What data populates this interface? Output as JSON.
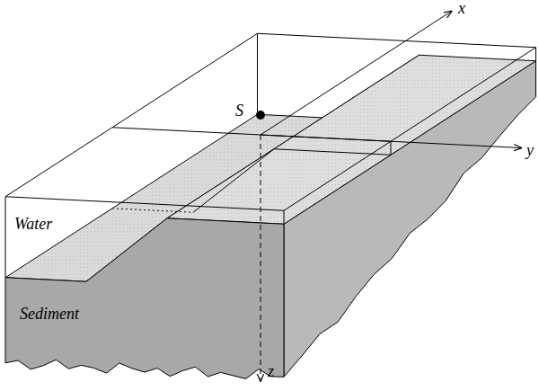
{
  "diagram": {
    "labels": [
      "x",
      "S",
      "y",
      "Water",
      "Sediment",
      "z"
    ]
  }
}
